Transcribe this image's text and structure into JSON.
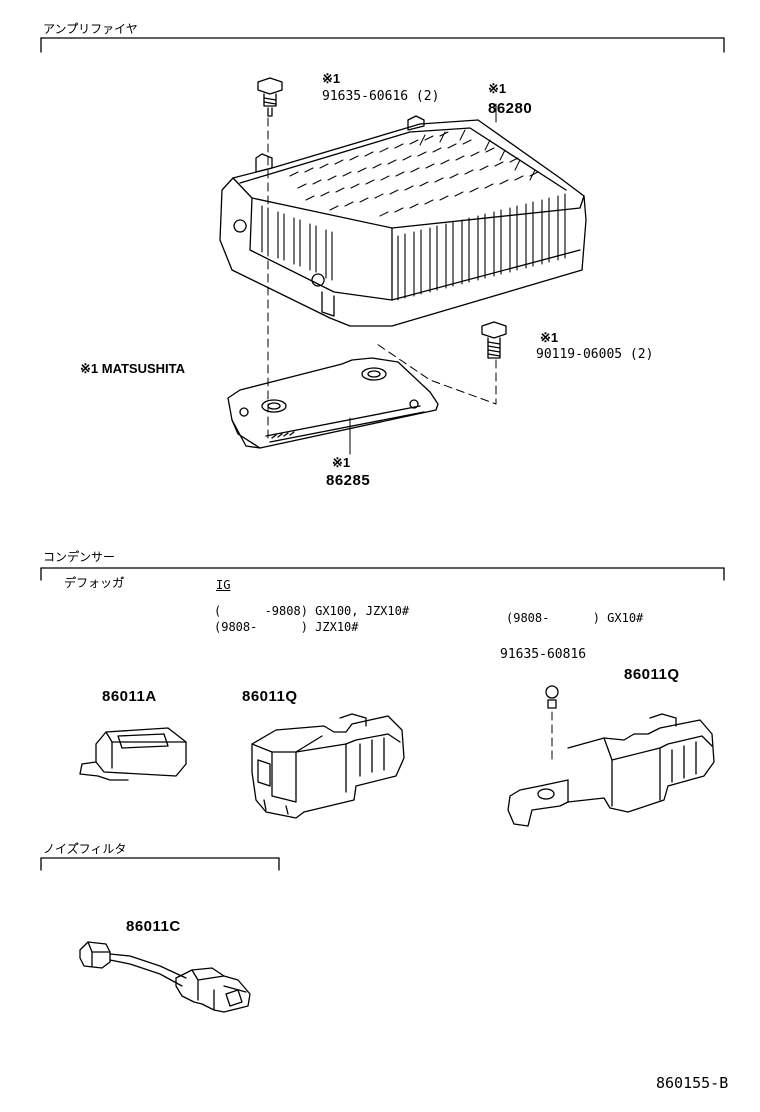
{
  "sections": {
    "amplifier": {
      "title": "アンプ゚リファイヤ",
      "note_mark": "※1",
      "maker_note": "※1 MATSUSHITA",
      "parts": [
        {
          "mark": "※1",
          "number": "91635-60616",
          "qty": "(2)"
        },
        {
          "mark": "※1",
          "number": "86280"
        },
        {
          "mark": "※1",
          "number": "90119-06005",
          "qty": "(2)"
        },
        {
          "mark": "※1",
          "number": "86285"
        }
      ]
    },
    "condenser": {
      "title": "コンデ゚ンサー",
      "sub_defogger": "デ゚フォッガ゚",
      "sub_ig": "IG",
      "app1": "(      -9808) GX100, JZX10#",
      "app2": "(9808-      ) JZX10#",
      "app3": "(9808-      ) GX10#",
      "parts": [
        {
          "number": "86011A"
        },
        {
          "number": "86011Q"
        },
        {
          "number": "91635-60816"
        },
        {
          "number": "86011Q"
        }
      ]
    },
    "noise_filter": {
      "title": "ノイズ゚フィルタ",
      "parts": [
        {
          "number": "86011C"
        }
      ]
    }
  },
  "figure_id": "860155-B"
}
